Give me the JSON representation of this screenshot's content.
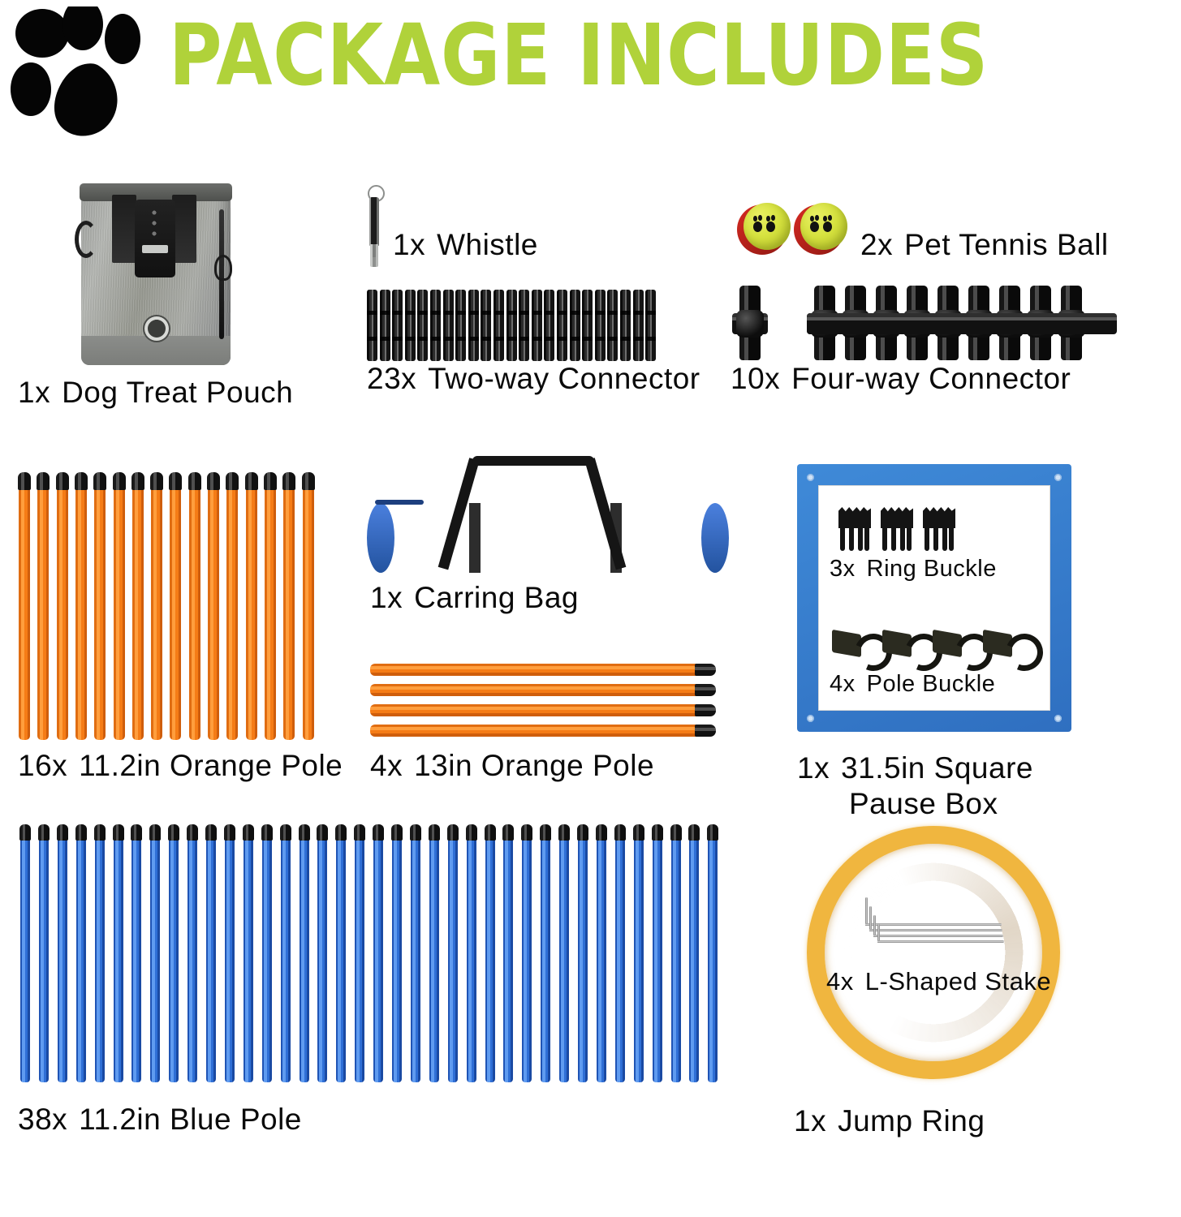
{
  "header": {
    "title": "PACKAGE INCLUDES",
    "title_color": "#b0d23a",
    "paw_icon": "paw-print-icon"
  },
  "items": [
    {
      "id": "dog-treat-pouch",
      "qty": "1x",
      "name": "Dog Treat Pouch",
      "icon": "treat-pouch-icon"
    },
    {
      "id": "whistle",
      "qty": "1x",
      "name": "Whistle",
      "icon": "whistle-icon"
    },
    {
      "id": "pet-tennis-ball",
      "qty": "2x",
      "name": "Pet Tennis Ball",
      "icon": "tennis-ball-icon"
    },
    {
      "id": "two-way-connector",
      "qty": "23x",
      "name": "Two-way Connector",
      "icon": "two-way-connector-icon"
    },
    {
      "id": "four-way-connector",
      "qty": "10x",
      "name": "Four-way Connector",
      "icon": "four-way-connector-icon"
    },
    {
      "id": "orange-pole-112",
      "qty": "16x",
      "name": "11.2in Orange Pole",
      "icon": "orange-pole-icon"
    },
    {
      "id": "carring-bag",
      "qty": "1x",
      "name": "Carring Bag",
      "icon": "carrying-bag-icon"
    },
    {
      "id": "orange-pole-13",
      "qty": "4x",
      "name": "13in Orange Pole",
      "icon": "orange-pole-icon"
    },
    {
      "id": "square-pause-box",
      "qty": "1x",
      "name": "31.5in Square",
      "name_line2": "Pause Box",
      "icon": "pause-box-icon"
    },
    {
      "id": "ring-buckle",
      "qty": "3x",
      "name": "Ring Buckle",
      "icon": "ring-buckle-icon"
    },
    {
      "id": "pole-buckle",
      "qty": "4x",
      "name": "Pole Buckle",
      "icon": "pole-buckle-icon"
    },
    {
      "id": "blue-pole-112",
      "qty": "38x",
      "name": "11.2in Blue Pole",
      "icon": "blue-pole-icon"
    },
    {
      "id": "l-shaped-stake",
      "qty": "4x",
      "name": "L-Shaped Stake",
      "icon": "l-stake-icon"
    },
    {
      "id": "jump-ring",
      "qty": "1x",
      "name": "Jump Ring",
      "icon": "jump-ring-icon"
    }
  ],
  "counts": {
    "orange_poles_112": 16,
    "orange_poles_13": 4,
    "blue_poles_112": 38,
    "two_way_connectors_drawn": 23,
    "four_way_connectors_drawn": 10,
    "tennis_balls": 2,
    "ring_buckles": 3,
    "pole_buckles": 4,
    "l_stakes": 4
  },
  "colors": {
    "title_green": "#b0d23a",
    "orange_pole": "#f57c16",
    "blue_pole": "#2f6fd6",
    "bag_blue": "#2f66c9",
    "pause_box_blue": "#3f8ad8",
    "jump_ring_gold": "#f0b63f",
    "tennis_ball_yellow": "#d6e23f",
    "tennis_ball_red": "#c0241d",
    "connector_black": "#111111",
    "pouch_grey": "#a0a29e",
    "text_black": "#0a0a0a",
    "background": "#ffffff"
  }
}
